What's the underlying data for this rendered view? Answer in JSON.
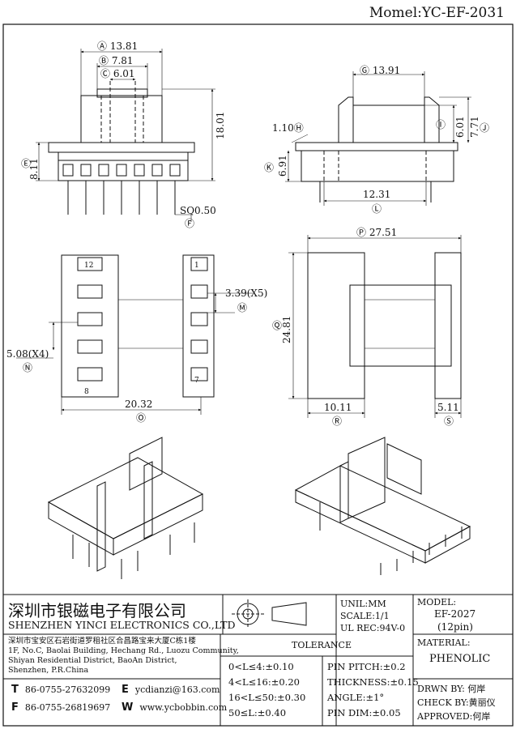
{
  "model_title": "Momel:YC-EF-2031",
  "dims": {
    "A": "13.81",
    "B": "7.81",
    "C": "6.01",
    "E": "8.11",
    "H_total": "18.01",
    "F": "SQ0.50",
    "G": "13.91",
    "H": "1.10",
    "I": "6.01",
    "J": "7.71",
    "K": "6.91",
    "L": "12.31",
    "P": "27.51",
    "Q": "24.81",
    "R": "10.11",
    "S": "5.11",
    "M": "3.39(X5)",
    "N": "5.08(X4)",
    "O": "20.32"
  },
  "circle_labels": {
    "A": "Ⓐ",
    "B": "Ⓑ",
    "C": "Ⓒ",
    "E": "Ⓔ",
    "F": "Ⓕ",
    "G": "Ⓖ",
    "H": "Ⓗ",
    "I": "Ⓘ",
    "J": "Ⓙ",
    "K": "Ⓚ",
    "L": "Ⓛ",
    "M": "Ⓜ",
    "N": "Ⓝ",
    "O": "Ⓞ",
    "P": "Ⓟ",
    "Q": "Ⓠ",
    "R": "Ⓡ",
    "S": "Ⓢ"
  },
  "pin_labels": {
    "pin12": "12",
    "pin1": "1",
    "pin8": "8",
    "pin7": "7"
  },
  "title_block": {
    "company_cn": "深圳市银磁电子有限公司",
    "company_en": "SHENZHEN YINCI ELECTRONICS CO.,LTD",
    "address_cn": "深圳市宝安区石岩街道罗租社区合昌路宝来大厦C栋1楼",
    "address_en_1": "1F, No.C, Baolai Building, Hechang Rd., Luozu Community,",
    "address_en_2": "Shiyan Residential District, BaoAn District,",
    "address_en_3": "Shenzhen, P.R.China",
    "tel_letter": "T",
    "tel": "86-0755-27632099",
    "fax_letter": "F",
    "fax": "86-0755-26819697",
    "email_letter": "E",
    "email": "ycdianzi@163.com",
    "web_letter": "W",
    "web": "www.ycbobbin.com",
    "unit": "UNIL:MM",
    "scale": "SCALE:1/1",
    "ul_rec": "UL REC:94V-0",
    "model_label": "MODEL:",
    "model": "EF-2027",
    "pins": "(12pin)",
    "material_label": "MATERIAL:",
    "material": "PHENOLIC",
    "tolerance_title": "TOLERANCE",
    "tol_left": [
      "0<L≤4:±0.10",
      "4<L≤16:±0.20",
      "16<L≤50:±0.30",
      "50≤L:±0.40"
    ],
    "tol_right": [
      "PIN PITCH:±0.2",
      "THICKNESS:±0.15",
      "ANGLE:±1°",
      "PIN DIM:±0.05"
    ],
    "drawn_by": "DRWN BY: 何岸",
    "check_by": "CHECK BY:黄丽仪",
    "approved": "APPROVED:何岸"
  }
}
